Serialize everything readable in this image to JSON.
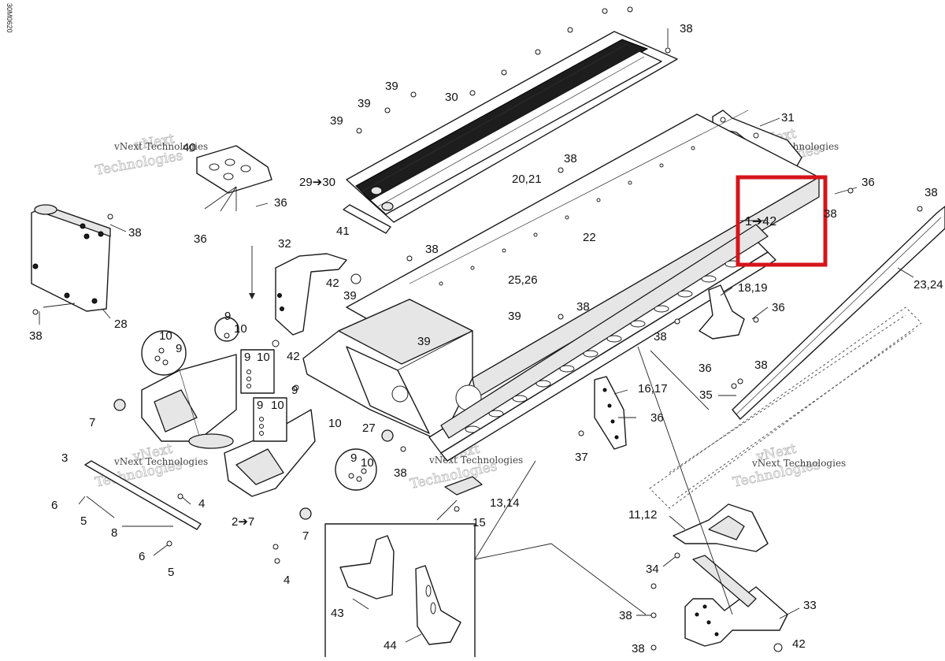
{
  "side_code": "30M0620",
  "watermark": {
    "line1": "vNext",
    "line2": "Technologies",
    "small": "vNext Technologies"
  },
  "labels": {
    "l38_top": "38",
    "l31": "31",
    "l36_r1": "36",
    "l38_r1": "38",
    "l38_r2": "38",
    "l1to42": "1➔42",
    "l23_24": "23,24",
    "l18_19": "18,19",
    "l36_r2": "36",
    "l36_r3": "36",
    "l38_r3": "38",
    "l35": "35",
    "l16_17": "16,17",
    "l36_r4": "36",
    "l37": "37",
    "l38_mid": "38",
    "l38_m2": "38",
    "l39_m": "39",
    "l39_m2": "39",
    "l22": "22",
    "l25_26": "25,26",
    "l20_21": "20,21",
    "l38_m3": "38",
    "l39_a": "39",
    "l39_b": "39",
    "l39_c": "39",
    "l30": "30",
    "l29to30": "29➔30",
    "l41": "41",
    "l40": "40",
    "l36_a": "36",
    "l36_b": "36",
    "l38_tank": "38",
    "l38_tank2": "38",
    "l28": "28",
    "l32": "32",
    "l42_a": "42",
    "l39_d": "39",
    "l42_b": "42",
    "l9_a": "9",
    "l10_a": "10",
    "l10_b": "10",
    "l9_b": "9",
    "l9_c": "9",
    "l10_c": "10",
    "l9_d": "9",
    "l10_d": "10",
    "l9_e": "9",
    "l10_e": "10",
    "l9_f": "9",
    "l10_f": "10",
    "l7_a": "7",
    "l27": "27",
    "l38_c": "38",
    "l3": "3",
    "l6_a": "6",
    "l5_a": "5",
    "l8": "8",
    "l4_a": "4",
    "l6_b": "6",
    "l5_b": "5",
    "l2to7": "2➔7",
    "l7_b": "7",
    "l4_b": "4",
    "l13_14": "13,14",
    "l15": "15",
    "l11_12": "11,12",
    "l34": "34",
    "l38_br1": "38",
    "l38_br2": "38",
    "l33": "33",
    "l42_c": "42",
    "l43": "43",
    "l44": "44"
  },
  "highlight_color": "#d6141b"
}
